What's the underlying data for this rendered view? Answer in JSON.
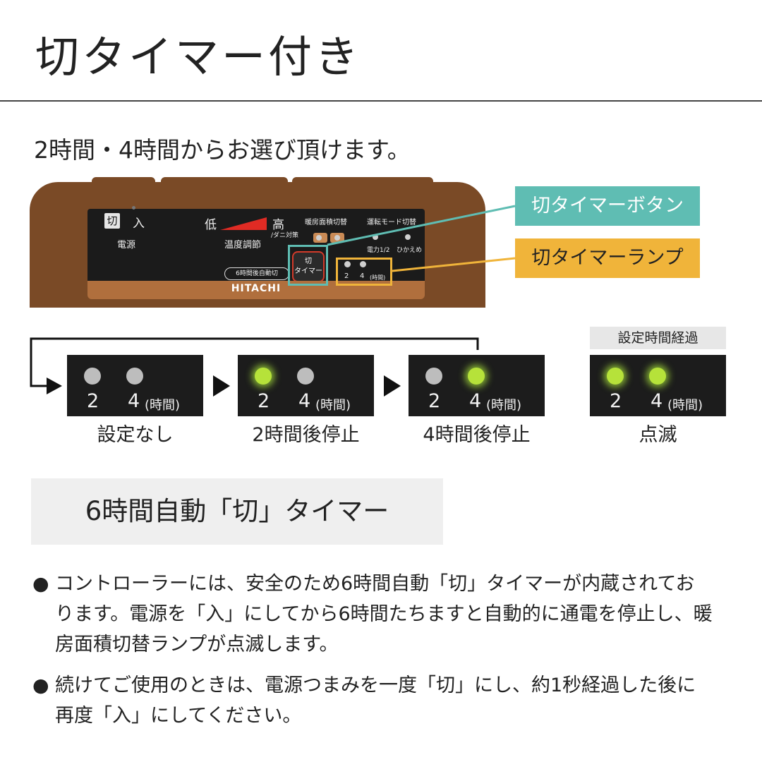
{
  "header": {
    "title": "切タイマー付き",
    "subtitle": "2時間・4時間からお選び頂けます。"
  },
  "controller": {
    "kiri": "切",
    "iri": "入",
    "power_label": "電源",
    "temp_low": "低",
    "temp_high": "高",
    "temp_note": "/ダニ対策",
    "temp_label": "温度調節",
    "area_switch_label": "暖房面積切替",
    "mode_switch_label": "運転モード切替",
    "mode_opt_1": "電力1/2",
    "mode_opt_2": "ひかえめ",
    "timer_button_line1": "切",
    "timer_button_line2": "タイマー",
    "auto_off_label": "6時間後自動切",
    "timer_num_2": "2",
    "timer_num_4": "4",
    "timer_unit": "(時間)",
    "brand": "HITACHI",
    "colors": {
      "body": "#7a4a26",
      "panel": "#1b1b1b",
      "accent_orange": "#f08a2a",
      "button_ring": "#d23a2a"
    }
  },
  "callouts": {
    "timer_button": "切タイマーボタン",
    "timer_lamp": "切タイマーランプ",
    "colors": {
      "teal": "#5fbdb3",
      "orange": "#f0b43a"
    }
  },
  "states": [
    {
      "label": "設定なし",
      "n1": "2",
      "n2": "4",
      "unit": "(時間)",
      "led1_on": false,
      "led2_on": false
    },
    {
      "label": "2時間後停止",
      "n1": "2",
      "n2": "4",
      "unit": "(時間)",
      "led1_on": true,
      "led2_on": false
    },
    {
      "label": "4時間後停止",
      "n1": "2",
      "n2": "4",
      "unit": "(時間)",
      "led1_on": false,
      "led2_on": true
    },
    {
      "label": "点滅",
      "n1": "2",
      "n2": "4",
      "unit": "(時間)",
      "led1_on": true,
      "led2_on": true
    }
  ],
  "elapsed_tag": "設定時間経過",
  "led_colors": {
    "off": "#bdbdbd",
    "on": "#b6e23a"
  },
  "section": {
    "title": "6時間自動「切」タイマー",
    "bullet": "●",
    "para1": [
      "コントローラーには、安全のため6時間自動「切」タイマーが内蔵されてお",
      "ります。電源を「入」にしてから6時間たちますと自動的に通電を停止し、暖",
      "房面積切替ランプが点滅します。"
    ],
    "para2": [
      "続けてご使用のときは、電源つまみを一度「切」にし、約1秒経過した後に",
      "再度「入」にしてください。"
    ]
  }
}
